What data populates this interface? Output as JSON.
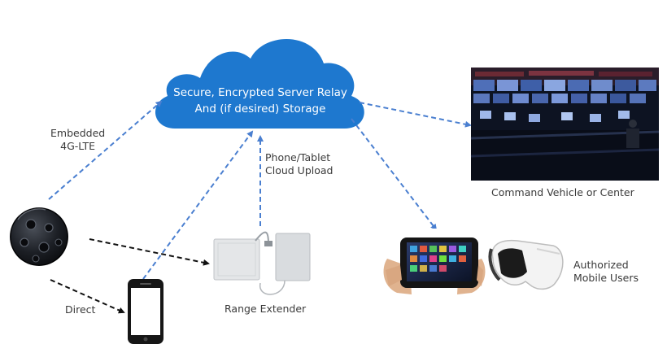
{
  "cloud": {
    "line1": "Secure, Encrypted Server Relay",
    "line2": "And (if desired) Storage"
  },
  "labels": {
    "embedded_line1": "Embedded",
    "embedded_line2": "4G-LTE",
    "phone_upload_line1": "Phone/Tablet",
    "phone_upload_line2": "Cloud Upload",
    "direct": "Direct",
    "range_extender": "Range Extender",
    "command_center": "Command Vehicle or Center",
    "mobile_users_line1": "Authorized",
    "mobile_users_line2": "Mobile Users"
  },
  "colors": {
    "cloud": "#1e78cf",
    "link_blue": "#4a7fd0",
    "link_black": "#111111"
  }
}
